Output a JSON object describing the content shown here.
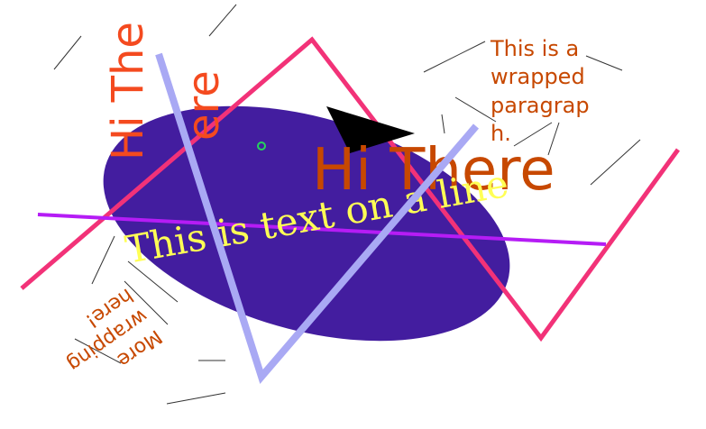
{
  "texts": {
    "vertical_hi_there_1": "Hi The",
    "vertical_hi_there_2": "ere",
    "wrapped_paragraph": [
      "This is a",
      "wrapped",
      "paragrap",
      "h."
    ],
    "big_hi_there": "Hi There",
    "text_on_line": "This is text on a line",
    "more_wrapping": [
      "More",
      "wrapping",
      "here!"
    ]
  },
  "colors": {
    "ellipse": "#431d9f",
    "orange_text": "#c74800",
    "red_orange_text": "#f44a1f",
    "yellow_text": "#ffff55",
    "pink_line": "#f23278",
    "lavender_line": "#a9a9f4",
    "purple_line": "#b51cf5",
    "dark_lines": "#333333",
    "triangle": "#000000",
    "dot": "#26d35d"
  }
}
